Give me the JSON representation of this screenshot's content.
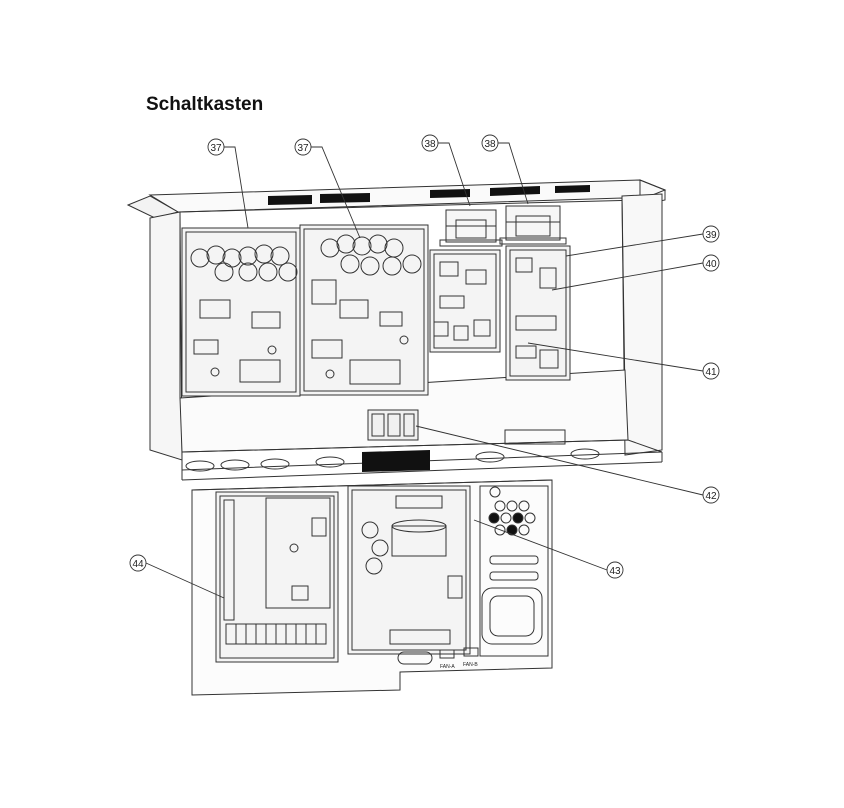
{
  "page": {
    "title": "Schaltkasten"
  },
  "callouts": [
    {
      "id": "c37a",
      "label": "37"
    },
    {
      "id": "c37b",
      "label": "37"
    },
    {
      "id": "c38a",
      "label": "38"
    },
    {
      "id": "c38b",
      "label": "38"
    },
    {
      "id": "c39",
      "label": "39"
    },
    {
      "id": "c40",
      "label": "40"
    },
    {
      "id": "c41",
      "label": "41"
    },
    {
      "id": "c42",
      "label": "42"
    },
    {
      "id": "c43",
      "label": "43"
    },
    {
      "id": "c44",
      "label": "44"
    }
  ],
  "connectors": {
    "fan_a": "FAN-A",
    "fan_b": "FAN-B"
  },
  "colors": {
    "line": "#333333",
    "vent": "#111111",
    "board_fill": "#f4f4f4"
  }
}
